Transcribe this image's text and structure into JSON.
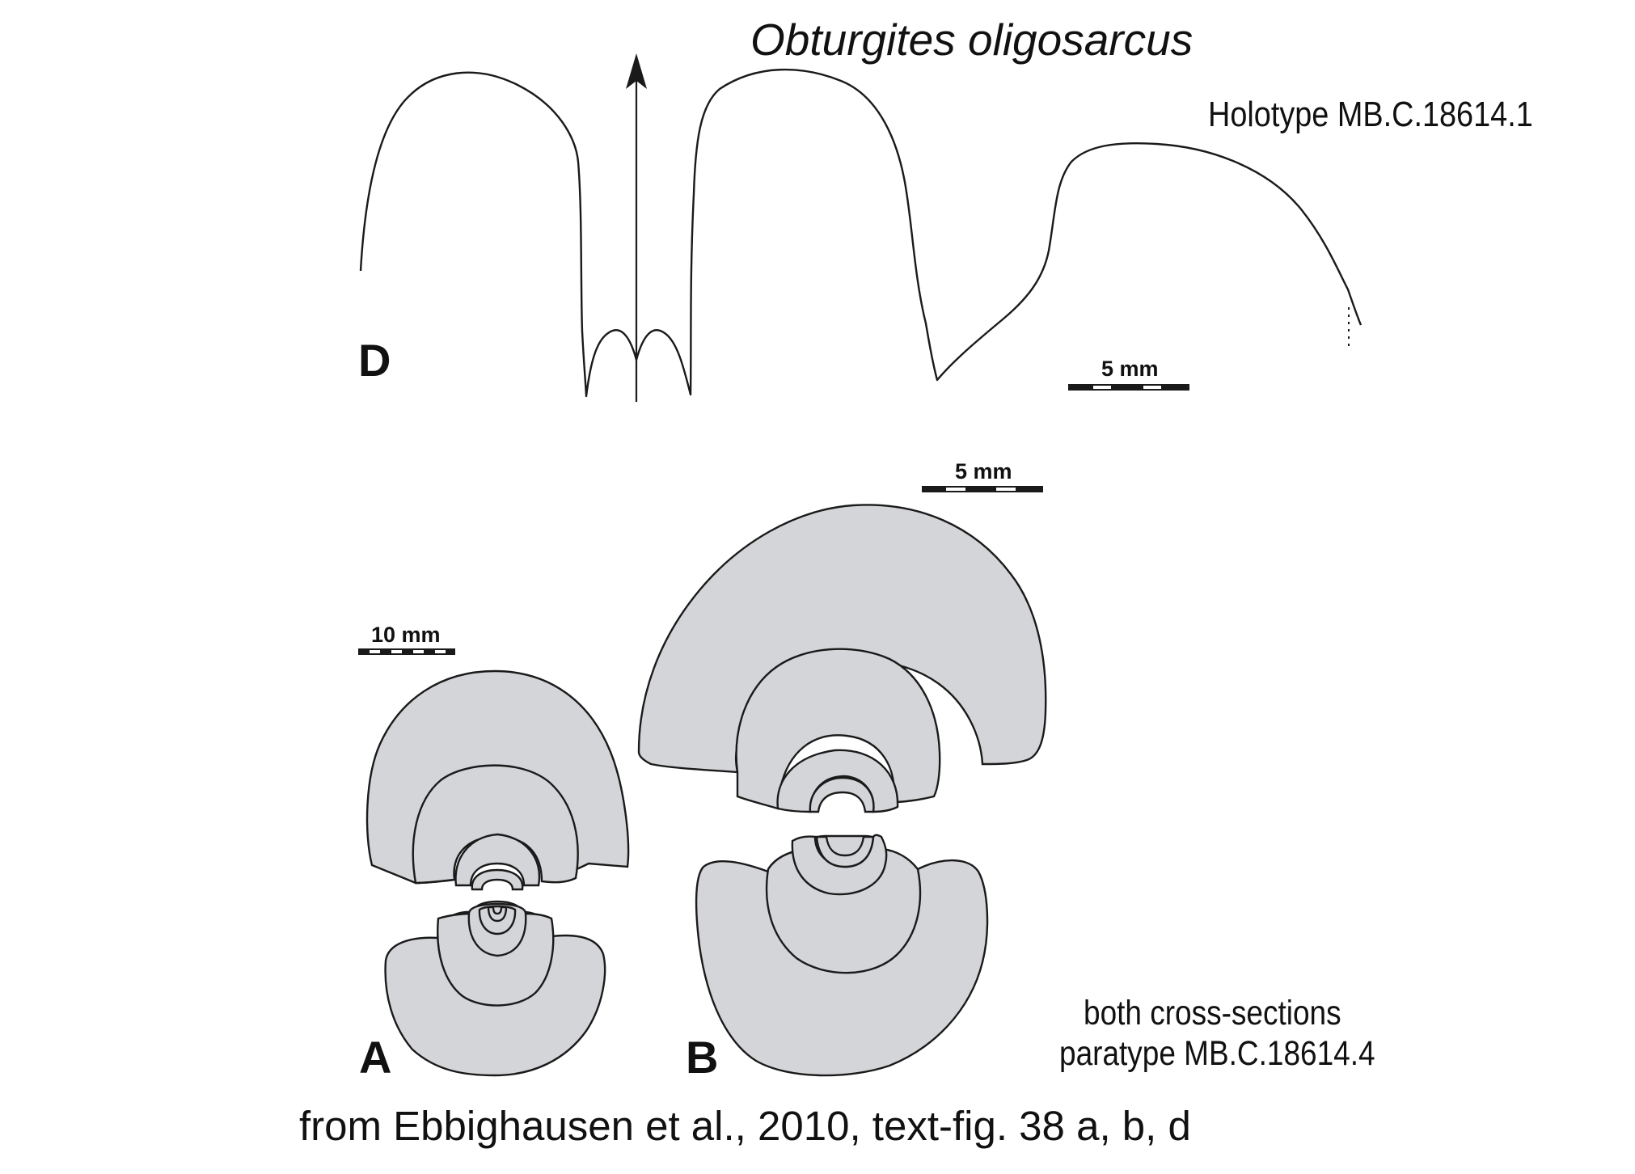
{
  "figure": {
    "title": "Obturgites oligosarcus",
    "holotype_label": "Holotype MB.C.18614.1",
    "panel_labels": {
      "a": "A",
      "b": "B",
      "d": "D"
    },
    "scale_bars": {
      "d": "5 mm",
      "b": "5 mm",
      "a": "10 mm"
    },
    "paratype_note": [
      "both cross-sections",
      "paratype MB.C.18614.4"
    ],
    "caption": "from Ebbighausen  et al., 2010, text-fig. 38 a, b, d"
  },
  "colors": {
    "shell_fill": "#d4d5d8",
    "line": "#1a1a1a",
    "background": "#ffffff"
  }
}
